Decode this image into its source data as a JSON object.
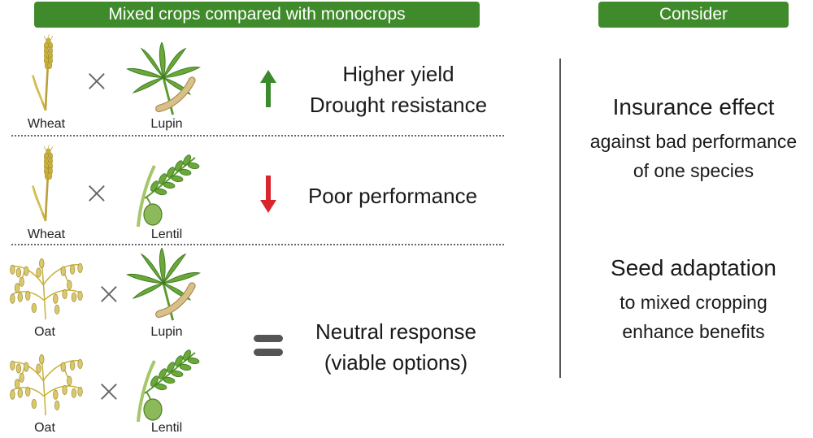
{
  "headers": {
    "left": "Mixed crops compared with monocrops",
    "right": "Consider"
  },
  "rows": [
    {
      "crop_a": "Wheat",
      "crop_b": "Lupin"
    },
    {
      "crop_a": "Wheat",
      "crop_b": "Lentil"
    },
    {
      "crop_a": "Oat",
      "crop_b": "Lupin"
    },
    {
      "crop_a": "Oat",
      "crop_b": "Lentil"
    }
  ],
  "cross_symbol": "×",
  "effects": {
    "higher": {
      "line1": "Higher yield",
      "line2": "Drought resistance",
      "icon": "up-arrow-icon",
      "color": "#3c8a2e"
    },
    "poor": {
      "line1": "Poor performance",
      "icon": "down-arrow-icon",
      "color": "#d9262c"
    },
    "neutral": {
      "line1": "Neutral response",
      "line2": "(viable options)",
      "icon": "equals-icon",
      "color": "#555555"
    }
  },
  "consider": {
    "insurance": {
      "title": "Insurance effect",
      "line1": "against bad performance",
      "line2": "of one species"
    },
    "seed": {
      "title": "Seed adaptation",
      "line1": "to mixed cropping",
      "line2": "enhance benefits"
    }
  },
  "colors": {
    "header_green": "#3f8a2a",
    "leaf_green": "#5c9a2e",
    "pod_tan": "#d9c08a",
    "wheat_gold": "#c9b13a"
  }
}
